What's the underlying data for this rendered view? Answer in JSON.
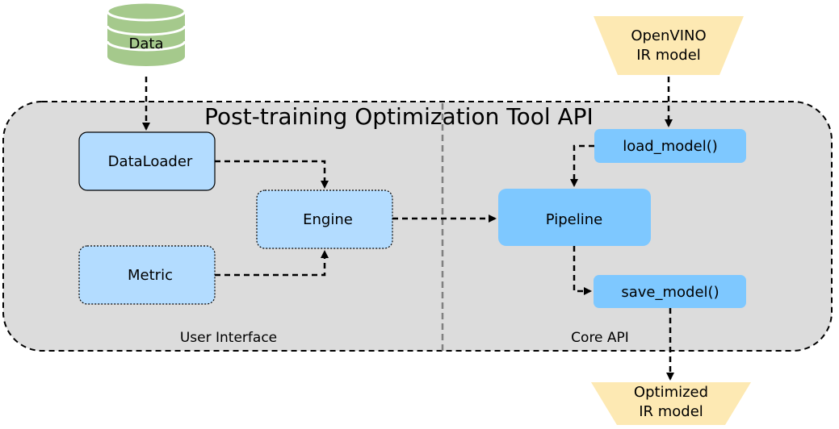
{
  "title": "Post-training Optimization Tool API",
  "sections": {
    "user_interface": "User Interface",
    "core_api": "Core API"
  },
  "inputs": {
    "data": "Data",
    "model_line1": "OpenVINO",
    "model_line2": "IR model"
  },
  "outputs": {
    "model_line1": "Optimized",
    "model_line2": "IR model"
  },
  "nodes": {
    "dataloader": "DataLoader",
    "metric": "Metric",
    "engine": "Engine",
    "pipeline": "Pipeline",
    "load_model": "load_model()",
    "save_model": "save_model()"
  },
  "colors": {
    "container_fill": "#dcdcdc",
    "user_box_fill": "#b3dcff",
    "core_box_fill": "#7ec8ff",
    "database_green": "#a5c98c",
    "model_fill": "#fde9b3",
    "line": "#000000",
    "divider": "#808080"
  },
  "icons": {
    "data": "database-icon"
  }
}
